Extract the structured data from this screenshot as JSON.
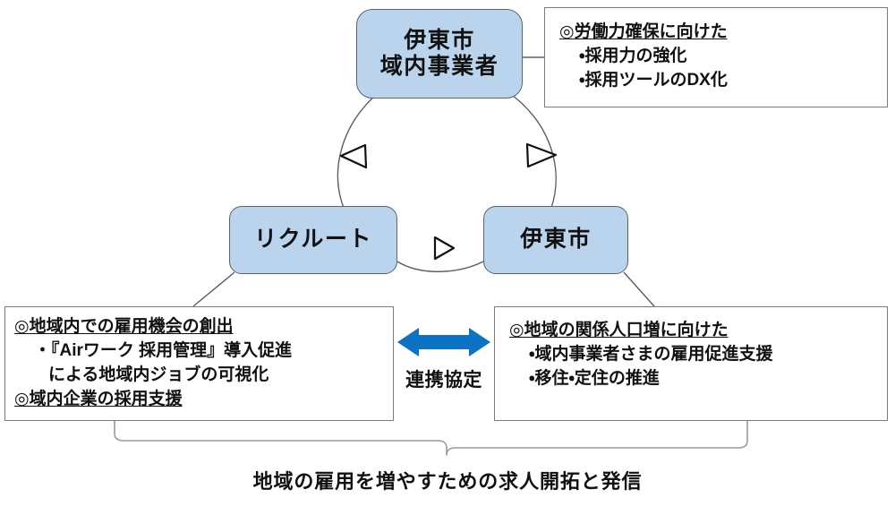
{
  "diagram": {
    "colors": {
      "node_fill": "#b9d4ec",
      "node_border": "#5a6570",
      "panel_border": "#7b7b7b",
      "arrow_blue": "#0b72c4",
      "connector": "#555f68",
      "text": "#111111"
    },
    "nodes": {
      "top": {
        "line1": "伊東市",
        "line2": "域内事業者"
      },
      "left": {
        "line1": "リクルート"
      },
      "right": {
        "line1": "伊東市"
      }
    },
    "panels": {
      "top_right": {
        "heading": "◎労働力確保に向けた",
        "items": [
          "・採用力の強化",
          "・採用ツールのDX化"
        ]
      },
      "left": {
        "heading1": "◎地域内での雇用機会の創出",
        "item1": "・『Airワーク 採用管理』導入促進",
        "item1_cont": "による地域内ジョブの可視化",
        "heading2": "◎域内企業の採用支援"
      },
      "right": {
        "heading": "◎地域の関係人口増に向けた",
        "items": [
          "・域内事業者さまの雇用促進支援",
          "・移住・定住の推進"
        ]
      }
    },
    "center_arrow": {
      "label": "連携協定",
      "icon": "double-headed-arrow-horizontal"
    },
    "cycle_arrows": [
      {
        "from": "伊東市 域内事業者",
        "to": "伊東市",
        "icon": "hollow-triangle-arrowhead"
      },
      {
        "from": "伊東市",
        "to": "リクルート",
        "icon": "hollow-triangle-arrowhead"
      },
      {
        "from": "リクルート",
        "to": "伊東市 域内事業者",
        "icon": "hollow-triangle-arrowhead"
      }
    ],
    "caption": "地域の雇用を増やすための求人開拓と発信"
  }
}
